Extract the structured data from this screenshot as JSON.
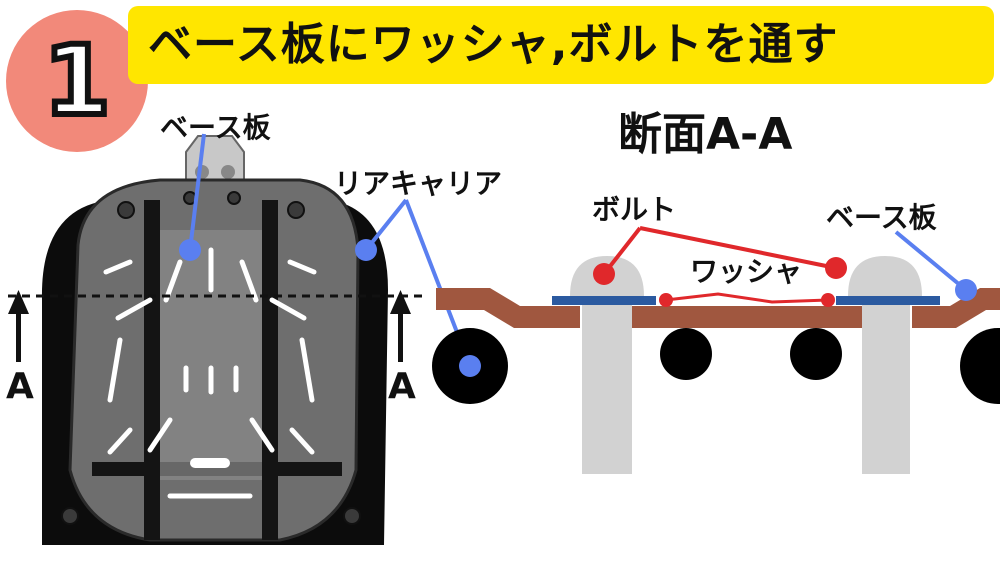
{
  "step": {
    "number": "1"
  },
  "title": "ベース板にワッシャ,ボルトを通す",
  "labels": {
    "base_plate_left": "ベース板",
    "rear_carrier": "リアキャリア",
    "section_marker_left": "A",
    "section_marker_right": "A",
    "section_title": "断面A-A",
    "bolt": "ボルト",
    "washer": "ワッシャ",
    "base_plate_right": "ベース板"
  },
  "colors": {
    "banner": "#ffe600",
    "step_circle": "#f2897a",
    "blue_callout": "#5a7ff0",
    "red_callout": "#e0282b",
    "carrier_brown": "#a0573f",
    "base_plate_blue": "#2b5aa0",
    "bolt_gray": "#d2d2d2"
  }
}
